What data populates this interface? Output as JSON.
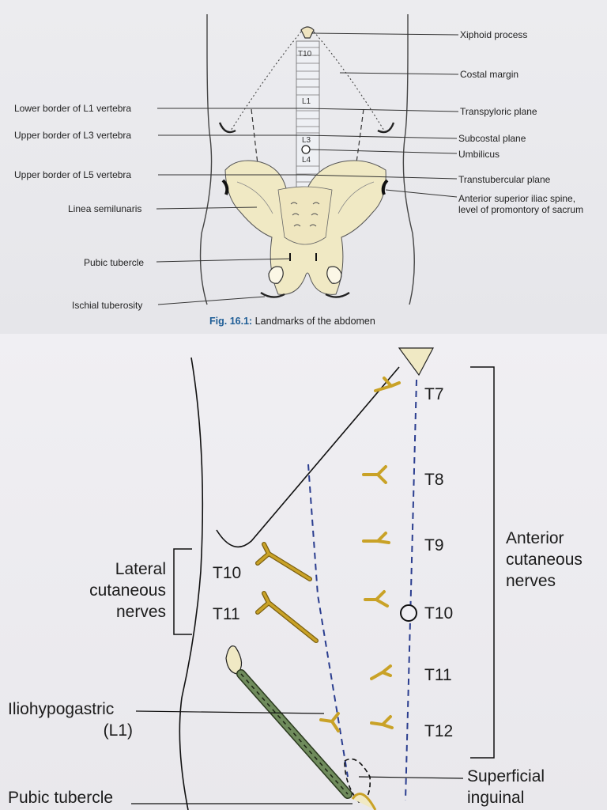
{
  "figure_top": {
    "caption_prefix": "Fig. 16.1:",
    "caption_text": " Landmarks of the abdomen",
    "vertebra_labels": [
      "T10",
      "L1",
      "L3",
      "L4"
    ],
    "left_labels": {
      "lower_border_l1": "Lower border of L1 vertebra",
      "upper_border_l3": "Upper border of L3 vertebra",
      "upper_border_l5": "Upper border of L5 vertebra",
      "linea_semilunaris": "Linea semilunaris",
      "pubic_tubercle": "Pubic tubercle",
      "ischial_tuberosity": "Ischial tuberosity"
    },
    "right_labels": {
      "xiphoid_process": "Xiphoid process",
      "costal_margin": "Costal margin",
      "transpyloric_plane": "Transpyloric plane",
      "subcostal_plane": "Subcostal plane",
      "umbilicus": "Umbilicus",
      "transtubercular_plane": "Transtubercular plane",
      "asis_line1": "Anterior superior iliac spine,",
      "asis_line2": "level of promontory of sacrum"
    }
  },
  "figure_bottom": {
    "segments": [
      "T7",
      "T8",
      "T9",
      "T10",
      "T11",
      "T12"
    ],
    "lateral_segments": [
      "T10",
      "T11"
    ],
    "lateral_label": [
      "Lateral",
      "cutaneous",
      "nerves"
    ],
    "anterior_label": [
      "Anterior",
      "cutaneous",
      "nerves"
    ],
    "iliohypogastric": [
      "Iliohypogastric",
      "(L1)"
    ],
    "pubic_tubercle": "Pubic tubercle",
    "superficial_inguinal": [
      "Superficial",
      "inguinal"
    ]
  },
  "colors": {
    "bone": "#f0e9c4",
    "nerve": "#c9a227",
    "dashed_line": "#2a3d8f",
    "spermatic_cord": "#6f8b5c",
    "caption_accent": "#1e5d96"
  }
}
